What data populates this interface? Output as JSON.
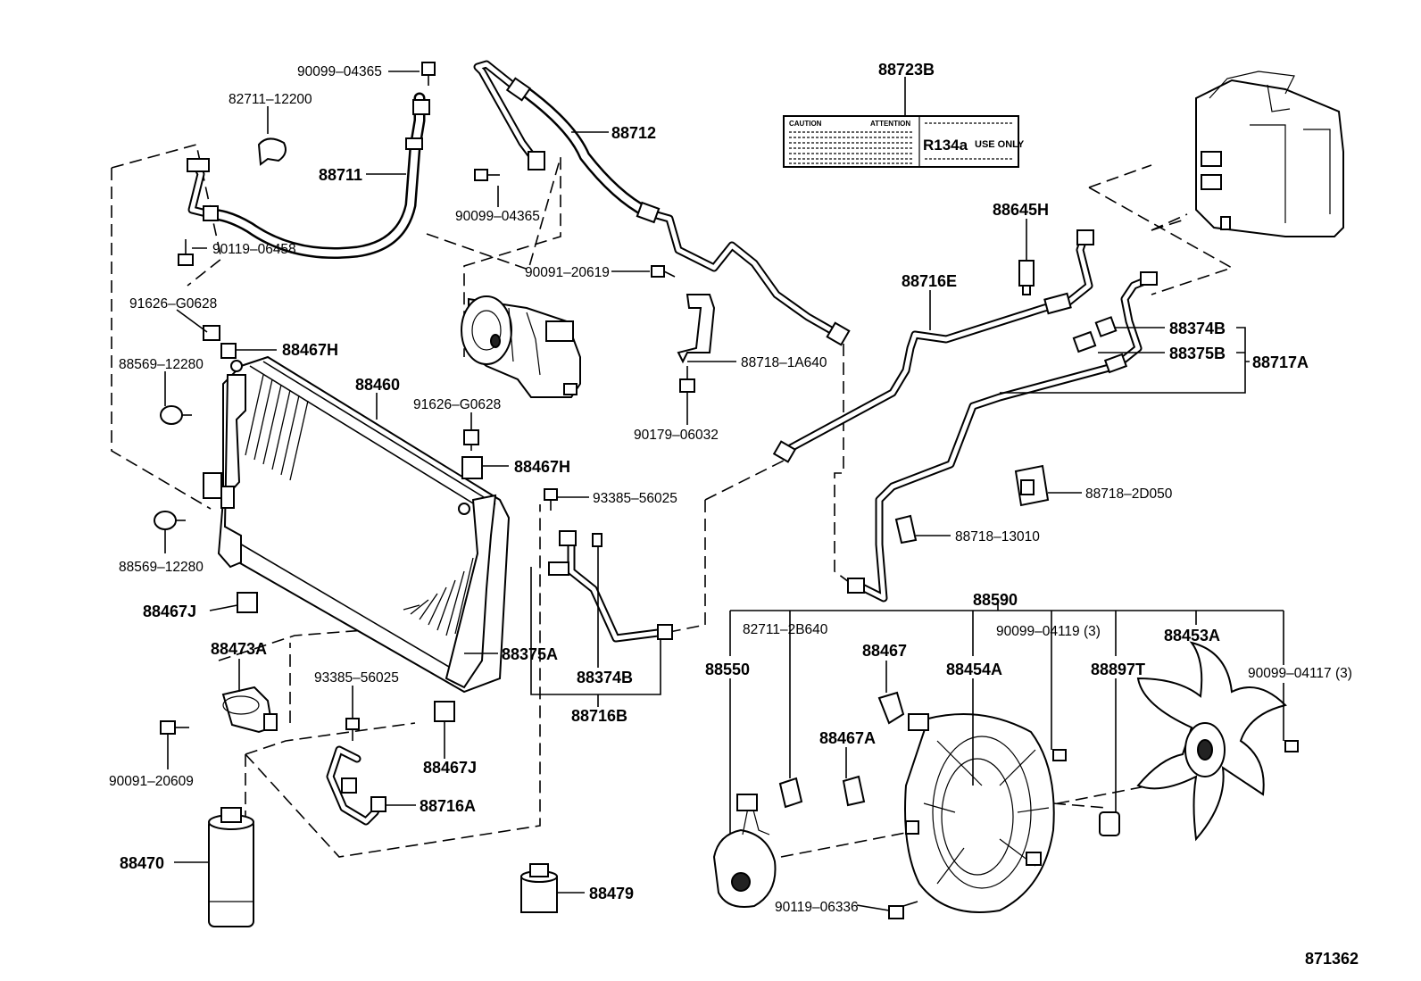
{
  "labels": {
    "p88723B": "88723B",
    "p90099_04365_top": "90099–04365",
    "p82711_12200": "82711–12200",
    "p88711": "88711",
    "p90119_06458": "90119–06458",
    "p88712": "88712",
    "p90099_04365_mid": "90099–04365",
    "p90091_20619": "90091–20619",
    "p88718_1A640": "88718–1A640",
    "p90179_06032": "90179–06032",
    "p88645H": "88645H",
    "p88716E": "88716E",
    "p88374B_right": "88374B",
    "p88375B": "88375B",
    "p88717A": "88717A",
    "p91626_G0628_left": "91626–G0628",
    "p88467H_top": "88467H",
    "p88569_12280_top": "88569–12280",
    "p88460": "88460",
    "p91626_G0628_mid": "91626–G0628",
    "p88467H_mid": "88467H",
    "p93385_56025_top": "93385–56025",
    "p88718_2D050": "88718–2D050",
    "p88718_13010": "88718–13010",
    "p88569_12280_bot": "88569–12280",
    "p88467J_left": "88467J",
    "p88590": "88590",
    "p82711_2B640": "82711–2B640",
    "p90099_04119": "90099–04119 (3)",
    "p88453A": "88453A",
    "p88550": "88550",
    "p88467": "88467",
    "p88454A": "88454A",
    "p88897T": "88897T",
    "p90099_04117": "90099–04117 (3)",
    "p88473A": "88473A",
    "p88375A": "88375A",
    "p88374B_mid": "88374B",
    "p93385_56025_bot": "93385–56025",
    "p88716B": "88716B",
    "p88467A": "88467A",
    "p90091_20609": "90091–20609",
    "p88467J_mid": "88467J",
    "p88716A": "88716A",
    "p88470": "88470",
    "p88479": "88479",
    "p90119_06336": "90119–06336",
    "p871362": "871362"
  },
  "sticker": {
    "left_heading_a": "CAUTION",
    "left_heading_b": "ATTENTION",
    "refrigerant": "R134a",
    "use_only": "USE ONLY"
  }
}
